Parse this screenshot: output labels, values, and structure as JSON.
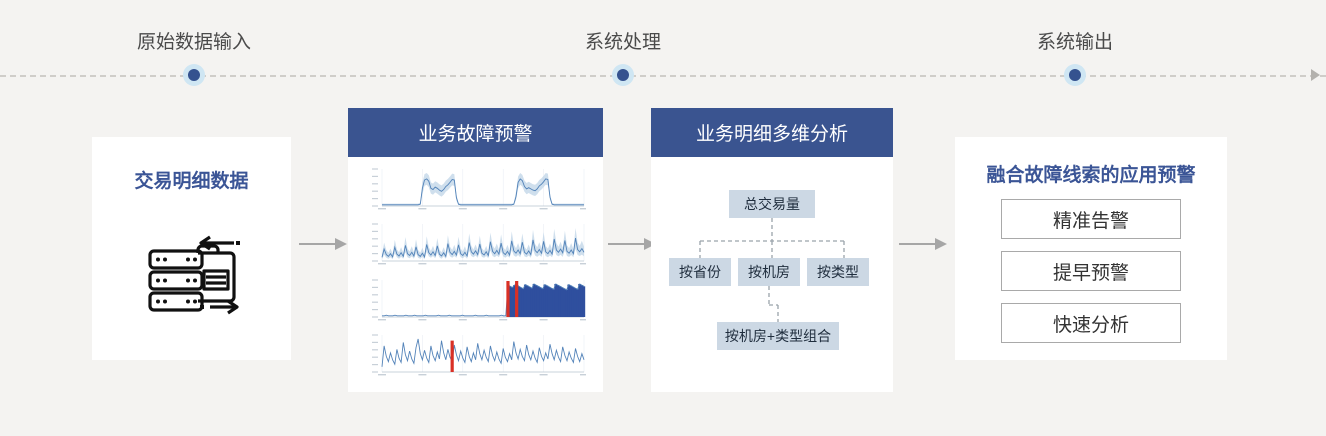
{
  "timeline": {
    "steps": [
      {
        "label": "原始数据输入",
        "x": 194
      },
      {
        "label": "系统处理",
        "x": 623
      },
      {
        "label": "系统输出",
        "x": 1075
      }
    ],
    "dot_color": "#35528f",
    "dot_halo_color": "#cfe6f3",
    "line_color": "#cfcdc9"
  },
  "cards": {
    "source": {
      "title": "交易明细数据",
      "title_color": "#3b5596",
      "icon": "server-stack-exchange-icon"
    },
    "alert": {
      "header": "业务故障预警",
      "header_color": "#3a5490",
      "charts": [
        {
          "name": "chart-1",
          "type": "line",
          "band": true,
          "anomaly": false
        },
        {
          "name": "chart-2",
          "type": "line",
          "band": true,
          "anomaly": false
        },
        {
          "name": "chart-3",
          "type": "line",
          "band": true,
          "anomaly": true
        },
        {
          "name": "chart-4",
          "type": "line",
          "band": true,
          "anomaly": true
        }
      ]
    },
    "dim": {
      "header": "业务明细多维分析",
      "header_color": "#3a5490",
      "tree": {
        "root": "总交易量",
        "children": [
          "按省份",
          "按机房",
          "按类型"
        ],
        "leaf": "按机房+类型组合",
        "node_fill": "#ccd8e4"
      }
    },
    "output": {
      "title": "融合故障线索的应用预警",
      "title_color": "#3b5596",
      "items": [
        "精准告警",
        "提早预警",
        "快速分析"
      ]
    }
  },
  "connectors": [
    {
      "name": "arrow-source-to-alert"
    },
    {
      "name": "arrow-alert-to-dim"
    },
    {
      "name": "arrow-dim-to-output"
    }
  ],
  "chart_data": {
    "type": "line",
    "title": "业务故障预警",
    "xlabel": "",
    "ylabel": "",
    "series": [
      {
        "name": "chart-1",
        "values": [
          2,
          2,
          2,
          2,
          2,
          2,
          2,
          2,
          2,
          2,
          2,
          2,
          2,
          2,
          2,
          2,
          2,
          2,
          3,
          30,
          44,
          46,
          42,
          30,
          28,
          32,
          30,
          27,
          25,
          28,
          33,
          36,
          40,
          45,
          44,
          14,
          3,
          2,
          2,
          2,
          2,
          2,
          2,
          2,
          2,
          2,
          2,
          2,
          2,
          2,
          2,
          2,
          2,
          2,
          2,
          2,
          2,
          2,
          2,
          2,
          2,
          2,
          3,
          16,
          40,
          46,
          43,
          33,
          29,
          31,
          29,
          27,
          26,
          29,
          34,
          37,
          41,
          46,
          45,
          15,
          3,
          2,
          2,
          2,
          2,
          2,
          2,
          2,
          2,
          2,
          2,
          2,
          2,
          2,
          2,
          2
        ],
        "band_low": [
          1,
          1,
          1,
          1,
          1,
          1,
          1,
          1,
          1,
          1,
          1,
          1,
          1,
          1,
          1,
          1,
          1,
          1,
          2,
          20,
          34,
          36,
          32,
          21,
          19,
          23,
          21,
          18,
          16,
          19,
          24,
          27,
          31,
          35,
          34,
          9,
          2,
          1,
          1,
          1,
          1,
          1,
          1,
          1,
          1,
          1,
          1,
          1,
          1,
          1,
          1,
          1,
          1,
          1,
          1,
          1,
          1,
          1,
          1,
          1,
          1,
          1,
          2,
          10,
          30,
          36,
          33,
          24,
          20,
          22,
          20,
          18,
          17,
          20,
          25,
          28,
          32,
          36,
          35,
          10,
          2,
          1,
          1,
          1,
          1,
          1,
          1,
          1,
          1,
          1,
          1,
          1,
          1,
          1,
          1,
          1
        ],
        "band_high": [
          4,
          4,
          4,
          4,
          4,
          4,
          4,
          4,
          4,
          4,
          4,
          4,
          4,
          4,
          4,
          4,
          4,
          4,
          6,
          40,
          54,
          56,
          52,
          40,
          38,
          42,
          40,
          37,
          35,
          38,
          43,
          46,
          50,
          55,
          54,
          20,
          5,
          4,
          4,
          4,
          4,
          4,
          4,
          4,
          4,
          4,
          4,
          4,
          4,
          4,
          4,
          4,
          4,
          4,
          4,
          4,
          4,
          4,
          4,
          4,
          4,
          4,
          5,
          24,
          50,
          56,
          53,
          43,
          39,
          41,
          39,
          37,
          36,
          39,
          44,
          47,
          51,
          56,
          55,
          21,
          5,
          4,
          4,
          4,
          4,
          4,
          4,
          4,
          4,
          4,
          4,
          4,
          4,
          4,
          4,
          4
        ]
      },
      {
        "name": "chart-2",
        "values": [
          8,
          26,
          14,
          10,
          16,
          9,
          30,
          15,
          11,
          18,
          10,
          34,
          16,
          12,
          19,
          11,
          31,
          14,
          10,
          17,
          9,
          36,
          18,
          13,
          20,
          12,
          33,
          15,
          11,
          18,
          10,
          38,
          19,
          14,
          21,
          13,
          35,
          16,
          12,
          19,
          11,
          40,
          20,
          15,
          22,
          14,
          37,
          17,
          13,
          20,
          12,
          42,
          21,
          16,
          23,
          15,
          39,
          18,
          14,
          21,
          13,
          44,
          22,
          17,
          24,
          16,
          41,
          19,
          15,
          22,
          14,
          46,
          23,
          18,
          25,
          17,
          43,
          20,
          16,
          23,
          15,
          48,
          24,
          19,
          26,
          18,
          45,
          21,
          17,
          24,
          16,
          50,
          25,
          20,
          27,
          19
        ],
        "band_low": [
          4,
          14,
          7,
          5,
          8,
          4,
          17,
          8,
          5,
          9,
          5,
          19,
          8,
          6,
          10,
          5,
          17,
          7,
          5,
          9,
          4,
          20,
          10,
          7,
          11,
          6,
          18,
          8,
          5,
          10,
          5,
          21,
          10,
          7,
          11,
          7,
          19,
          8,
          6,
          10,
          5,
          22,
          11,
          8,
          12,
          7,
          20,
          9,
          7,
          11,
          6,
          23,
          11,
          8,
          12,
          8,
          21,
          10,
          7,
          11,
          7,
          24,
          12,
          9,
          13,
          8,
          22,
          10,
          8,
          12,
          7,
          25,
          12,
          9,
          13,
          9,
          23,
          11,
          8,
          12,
          8,
          26,
          13,
          10,
          14,
          9,
          24,
          11,
          9,
          13,
          8,
          27,
          13,
          11,
          14,
          10
        ],
        "band_high": [
          14,
          40,
          24,
          18,
          27,
          16,
          46,
          25,
          19,
          30,
          18,
          52,
          27,
          21,
          32,
          19,
          47,
          24,
          18,
          29,
          16,
          54,
          30,
          22,
          33,
          20,
          50,
          25,
          19,
          30,
          18,
          56,
          31,
          24,
          35,
          22,
          53,
          27,
          21,
          32,
          19,
          60,
          33,
          25,
          36,
          24,
          55,
          28,
          22,
          33,
          20,
          62,
          34,
          27,
          38,
          25,
          58,
          30,
          24,
          35,
          22,
          65,
          36,
          28,
          39,
          26,
          60,
          31,
          25,
          36,
          23,
          68,
          37,
          30,
          41,
          28,
          63,
          33,
          27,
          38,
          25,
          70,
          39,
          31,
          42,
          29,
          66,
          34,
          28,
          39,
          26,
          72,
          40,
          33,
          44,
          31
        ]
      },
      {
        "name": "chart-3",
        "values": [
          2,
          2,
          3,
          2,
          2,
          2,
          3,
          2,
          2,
          2,
          2,
          3,
          2,
          2,
          2,
          3,
          2,
          2,
          2,
          2,
          3,
          2,
          2,
          2,
          2,
          2,
          3,
          2,
          2,
          2,
          2,
          3,
          2,
          2,
          2,
          2,
          2,
          3,
          2,
          2,
          2,
          2,
          2,
          3,
          2,
          2,
          2,
          2,
          3,
          2,
          2,
          2,
          2,
          2,
          2,
          3,
          2,
          2,
          55,
          52,
          50,
          54,
          56,
          52,
          50,
          48,
          55,
          53,
          51,
          49,
          56,
          54,
          52,
          50,
          48,
          55,
          53,
          51,
          49,
          47,
          56,
          54,
          52,
          50,
          48,
          46,
          55,
          53,
          51,
          49,
          47,
          56,
          54,
          52
        ],
        "anomaly_index": [
          58,
          62
        ],
        "anomaly_color": "#d93025",
        "block_color": "#2f4f9e"
      },
      {
        "name": "chart-4",
        "values": [
          6,
          30,
          18,
          12,
          22,
          14,
          9,
          26,
          16,
          11,
          34,
          20,
          13,
          24,
          15,
          10,
          28,
          38,
          21,
          14,
          25,
          16,
          11,
          30,
          19,
          13,
          23,
          15,
          36,
          22,
          14,
          26,
          17,
          12,
          31,
          20,
          13,
          24,
          16,
          11,
          29,
          18,
          12,
          22,
          14,
          33,
          21,
          14,
          25,
          17,
          12,
          30,
          19,
          13,
          23,
          15,
          10,
          27,
          17,
          12,
          21,
          14,
          35,
          22,
          15,
          26,
          18,
          13,
          31,
          20,
          14,
          24,
          16,
          11,
          28,
          18,
          13,
          22,
          15,
          32,
          21,
          14,
          25,
          17,
          12,
          29,
          19,
          13,
          23,
          16,
          11,
          27,
          18,
          12,
          21,
          14
        ],
        "anomaly_index": [
          33
        ],
        "anomaly_color": "#d93025"
      }
    ],
    "band_color": "#bdd2e6",
    "line_color": "#4a7cb5",
    "grid": true,
    "legend_position": "none"
  }
}
